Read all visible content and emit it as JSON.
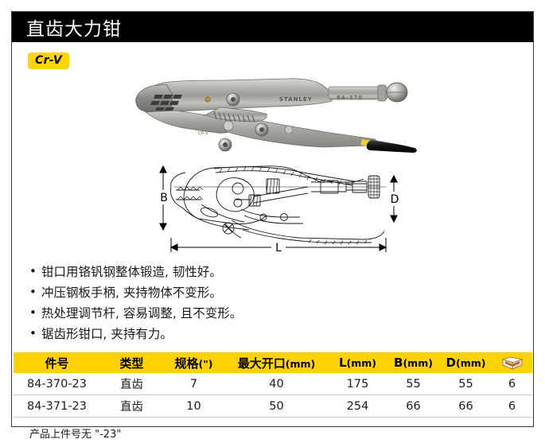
{
  "header": {
    "title": "直齿大力钳"
  },
  "badge": {
    "label": "Cr-V"
  },
  "product_photo": {
    "alt": "locking-pliers-photo",
    "brand_mark": "STANLEY",
    "model_mark": "84-370"
  },
  "diagram": {
    "alt": "locking-pliers-line-drawing",
    "dimension_b": "B",
    "dimension_d": "D",
    "dimension_l": "L"
  },
  "features": [
    "钳口用铬钒钢整体锻造, 韧性好。",
    "冲压钢板手柄, 夹持物体不变形。",
    "热处理调节杆, 容易调整, 且不变形。",
    "锯齿形钳口, 夹持有力。"
  ],
  "table": {
    "columns": [
      {
        "label": "件号",
        "unit": ""
      },
      {
        "label": "类型",
        "unit": ""
      },
      {
        "label": "规格",
        "unit": "(\")"
      },
      {
        "label": "最大开口",
        "unit": "(mm)"
      },
      {
        "label": "L",
        "unit": "(mm)"
      },
      {
        "label": "B",
        "unit": "(mm)"
      },
      {
        "label": "D",
        "unit": "(mm)"
      },
      {
        "label": "",
        "unit": ""
      }
    ],
    "rows": [
      {
        "part_no": "84-370-23",
        "type": "直齿",
        "size": "7",
        "max_opening": "40",
        "l": "175",
        "b": "55",
        "d": "55",
        "box_qty": "6"
      },
      {
        "part_no": "84-371-23",
        "type": "直齿",
        "size": "10",
        "max_opening": "50",
        "l": "254",
        "b": "66",
        "d": "66",
        "box_qty": "6"
      }
    ]
  },
  "footnote": {
    "text": "产品上件号无 \"-23\""
  },
  "colors": {
    "header_bg": "#000000",
    "badge_bg": "#ffd400",
    "table_header_bg": "#ffd200",
    "border": "#3a3a3a"
  }
}
